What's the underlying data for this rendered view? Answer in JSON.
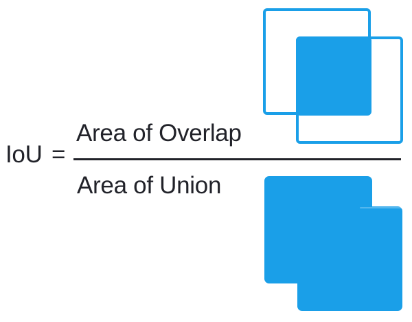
{
  "formula": {
    "lhs": "IoU =",
    "numerator": "Area of Overlap",
    "denominator": "Area of Union"
  },
  "colors": {
    "accent_blue": "#1A9FE8",
    "text_dark": "#212229",
    "background": "#FFFFFF"
  }
}
